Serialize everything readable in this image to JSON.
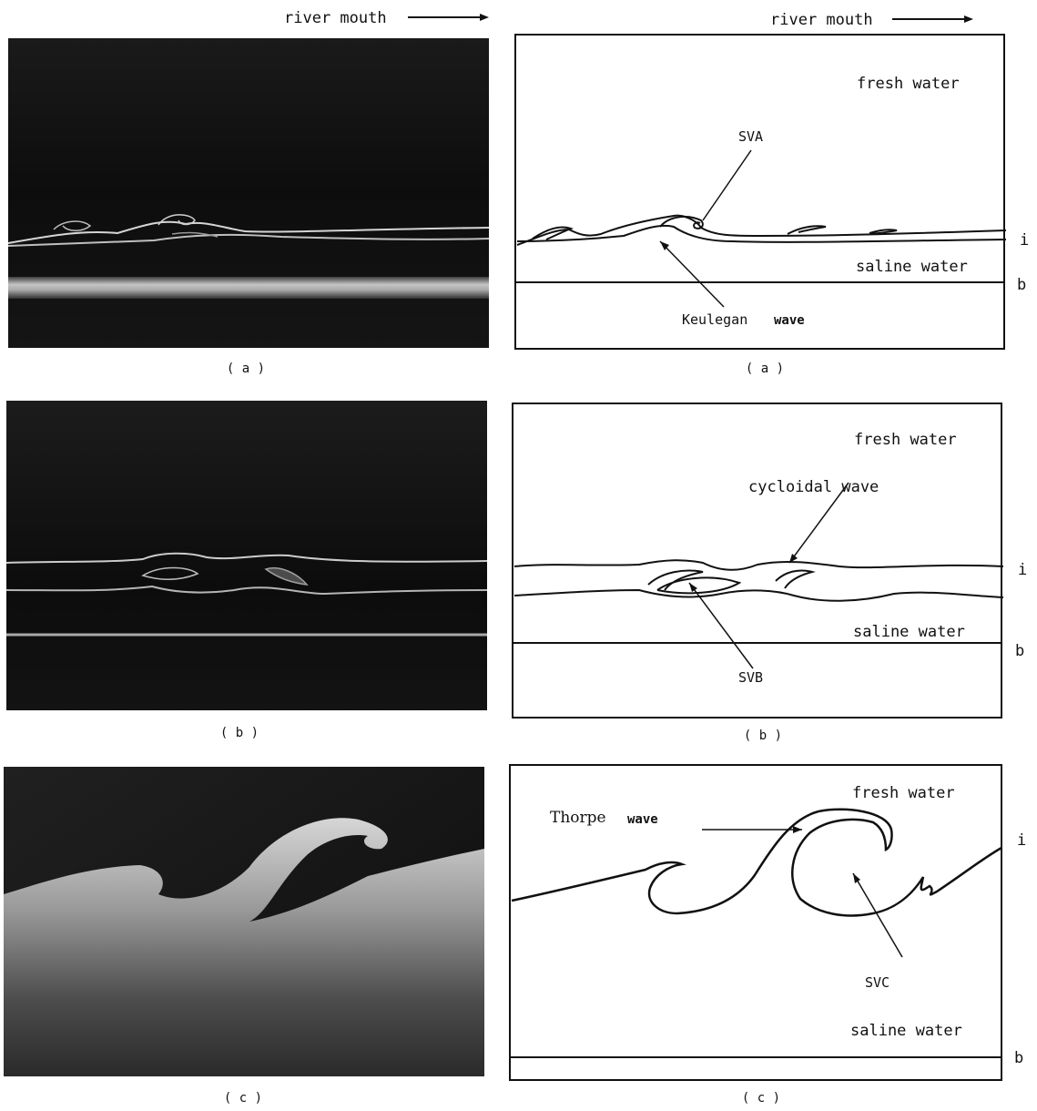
{
  "header": {
    "left_label": "river mouth",
    "right_label": "river mouth"
  },
  "panels": {
    "a": {
      "photo_caption": "( a )",
      "diagram_caption": "( a )",
      "top_label": "fresh water",
      "annotation_upper": "SVA",
      "annotation_lower_word1": "Keulegan",
      "annotation_lower_word2": "wave",
      "bottom_label": "saline water",
      "side_interface": "i",
      "side_bottom": "b"
    },
    "b": {
      "photo_caption": "( b )",
      "diagram_caption": "( b )",
      "top_label": "fresh water",
      "annotation_upper": "cycloidal wave",
      "annotation_lower": "SVB",
      "bottom_label": "saline water",
      "side_interface": "i",
      "side_bottom": "b"
    },
    "c": {
      "photo_caption": "( c )",
      "diagram_caption": "( c )",
      "top_label": "fresh water",
      "annotation_upper_word1": "Thorpe",
      "annotation_upper_word2": "wave",
      "annotation_lower": "SVC",
      "bottom_label": "saline water",
      "side_interface": "i",
      "side_bottom": "b"
    }
  },
  "colors": {
    "photo_background": "#0a0a0a",
    "ink": "#111111",
    "paper": "#ffffff"
  }
}
